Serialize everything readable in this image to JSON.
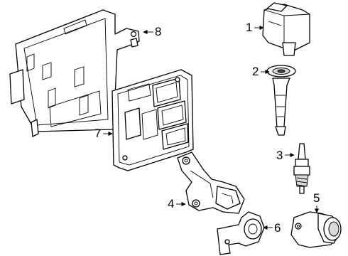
{
  "callouts": [
    {
      "num": "1",
      "part": "ignition-coil"
    },
    {
      "num": "2",
      "part": "coil-boot"
    },
    {
      "num": "3",
      "part": "spark-plug"
    },
    {
      "num": "4",
      "part": "camshaft-sensor"
    },
    {
      "num": "5",
      "part": "crankshaft-sensor"
    },
    {
      "num": "6",
      "part": "knock-sensor"
    },
    {
      "num": "7",
      "part": "engine-control-module"
    },
    {
      "num": "8",
      "part": "ecm-bracket"
    }
  ]
}
